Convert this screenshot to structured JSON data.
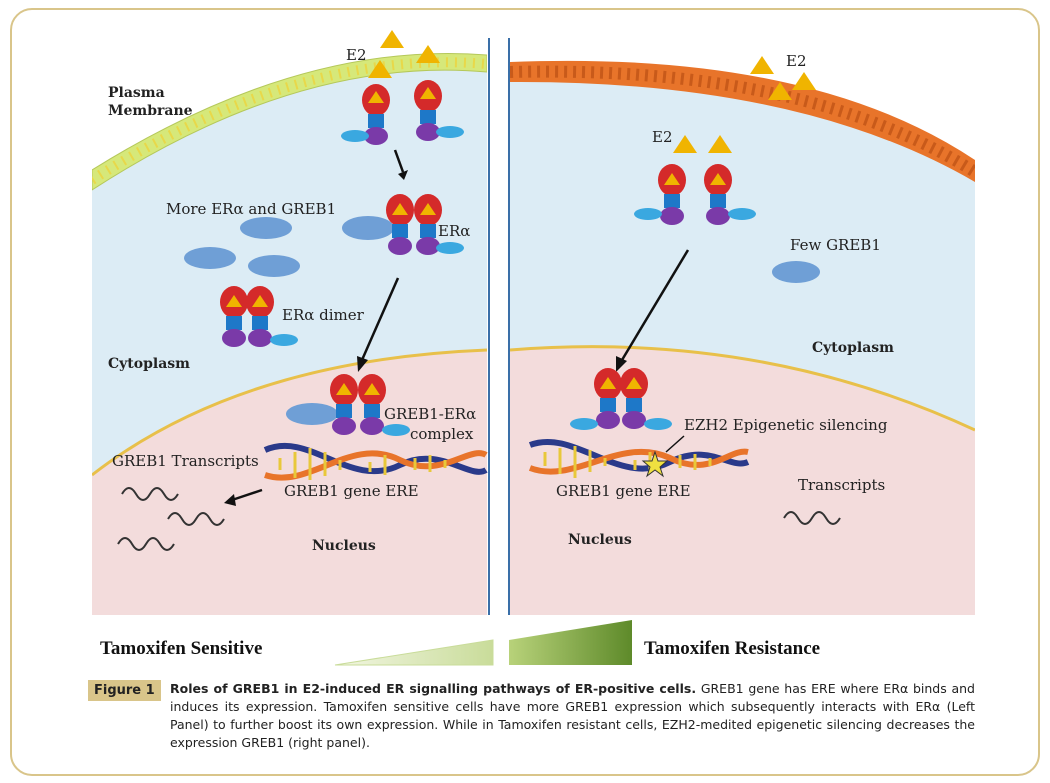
{
  "left_panel": {
    "plasma_membrane": "Plasma Membrane",
    "plasma_membrane_line1": "Plasma",
    "plasma_membrane_line2": "Membrane",
    "e2": "E2",
    "more_era_greb1": "More ERα and GREB1",
    "era": "ERα",
    "era_dimer": "ERα dimer",
    "cytoplasm": "Cytoplasm",
    "complex_line1": "GREB1-ERα",
    "complex_line2": "complex",
    "greb1_transcripts": "GREB1 Transcripts",
    "gene_ere": "GREB1 gene ERE",
    "nucleus": "Nucleus"
  },
  "right_panel": {
    "e2_top": "E2",
    "e2": "E2",
    "few_greb1": "Few GREB1",
    "cytoplasm": "Cytoplasm",
    "ezh2": "EZH2 Epigenetic silencing",
    "gene_ere": "GREB1 gene ERE",
    "transcripts": "Transcripts",
    "nucleus": "Nucleus"
  },
  "bottom": {
    "sensitive": "Tamoxifen Sensitive",
    "resistance": "Tamoxifen Resistance"
  },
  "caption": {
    "badge": "Figure 1",
    "title": "Roles of GREB1 in E2-induced ER signalling pathways of ER-positive cells.",
    "body": "GREB1 gene has ERE where ERα binds and induces its expression. Tamoxifen sensitive cells have more GREB1 expression which subsequently interacts with ERα (Left Panel) to further boost its own expression. While in Tamoxifen resistant cells, EZH2-medited epigenetic silencing decreases the expression GREB1 (right panel)."
  },
  "colors": {
    "frame": "#d9c58a",
    "cytoplasm_bg": "#dcecf5",
    "nucleus_bg": "#f3dcdc",
    "left_membrane": "#d6e87a",
    "right_membrane": "#e8742a",
    "receptor_red": "#d42a2a",
    "receptor_blue": "#1e78c8",
    "receptor_purple": "#7a3aa8",
    "e2_triangle": "#f0b400",
    "greb1_blue": "#6f9fd6",
    "gradient_green": "#7fa83a"
  }
}
